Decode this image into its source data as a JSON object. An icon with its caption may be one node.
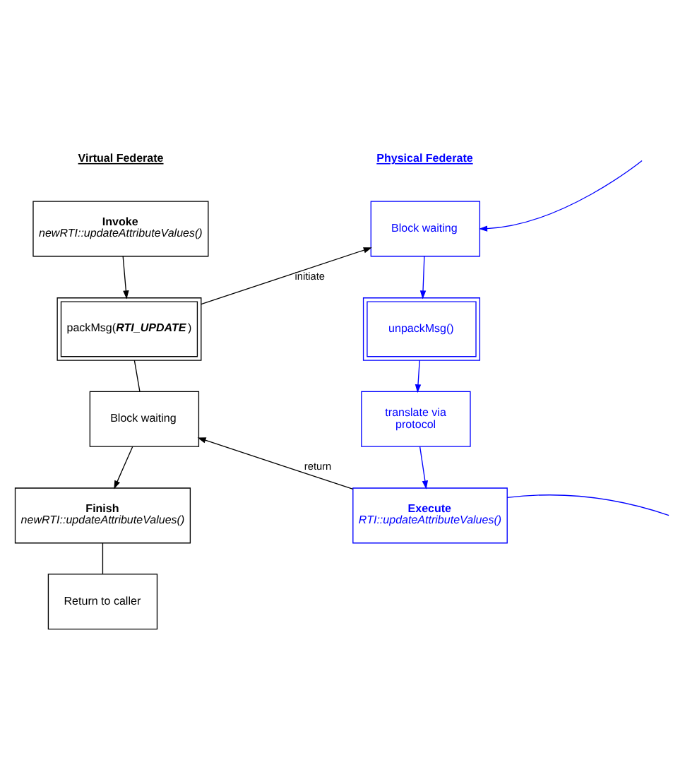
{
  "diagram": {
    "nodes": [
      {
        "text": [
          "Invoke",
          "newRTI::updateAttributeValues()"
        ]
      },
      {
        "text": [
          "packMsg(**RTI_UPDATE**)"
        ]
      },
      {
        "text": [
          "Block waiting"
        ]
      },
      {
        "text": [
          "Finish",
          "newRTI::updateAttributeValues()"
        ]
      },
      {
        "text": [
          "Return to caller"
        ]
      },
      {
        "text": [
          "Block waiting"
        ]
      },
      {
        "text": [
          "unpackMsg()"
        ]
      },
      {
        "text": [
          "translate via protocol"
        ]
      },
      {
        "text": [
          "Execute",
          "RTI::updateAttributeValues()"
        ]
      }
    ],
    "edges": [
      {
        "from": 0,
        "to": 1,
        "arrow": "to"
      },
      {
        "from": 1,
        "to": 2,
        "arrow": "none"
      },
      {
        "from": 2,
        "to": 3,
        "arrow": "to"
      },
      {
        "from": 3,
        "to": 4,
        "arrow": "none"
      },
      {
        "from": 1,
        "to": 5,
        "arrow": "to",
        "label": "initiate"
      },
      {
        "from": null,
        "to": 5,
        "arrow": "to",
        "color": "#0000ff"
      },
      {
        "from": 5,
        "to": 6,
        "arrow": "to",
        "color": "#0000ff"
      },
      {
        "from": 6,
        "to": 7,
        "arrow": "to",
        "color": "#0000ff"
      },
      {
        "from": 7,
        "to": 8,
        "arrow": "to",
        "color": "#0000ff"
      },
      {
        "from": 8,
        "to": 2,
        "arrow": "to",
        "label": "return"
      },
      {
        "from": 8,
        "to": null,
        "arrow": "none",
        "color": "#0000ff"
      }
    ],
    "labels": [
      "Virtual Federate",
      "Physical Federate"
    ]
  }
}
